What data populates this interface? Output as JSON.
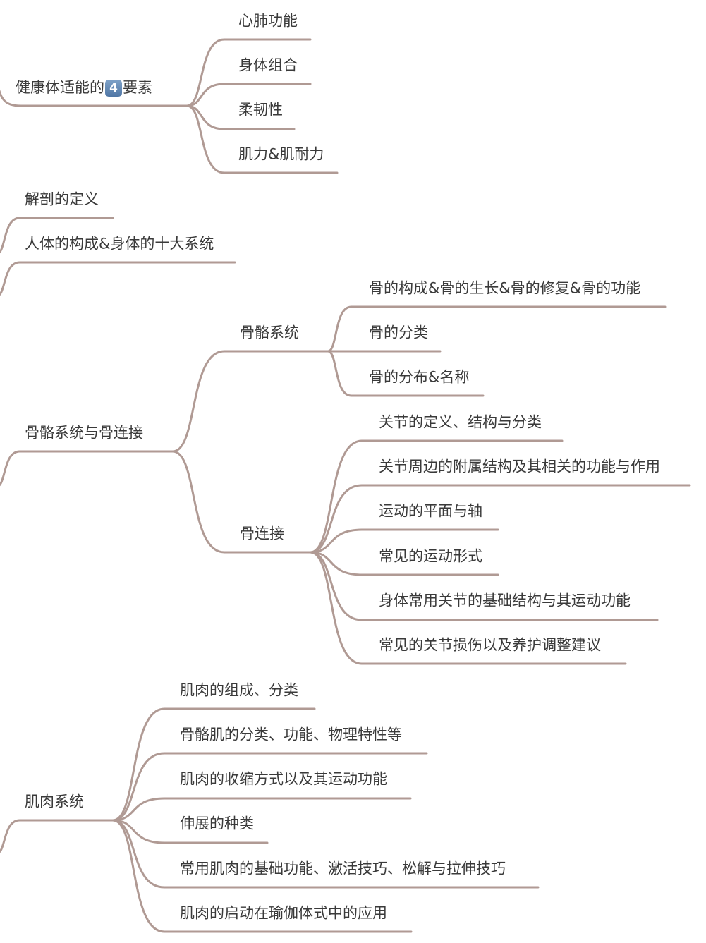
{
  "colors": {
    "line": "#b09a94",
    "text": "#3a3a3a",
    "badge": "#5b80ad"
  },
  "fitness": {
    "title_pre": "健康体适能的",
    "title_badge": "4",
    "title_post": "要素",
    "children": [
      "心肺功能",
      "身体组合",
      "柔韧性",
      "肌力&肌耐力"
    ]
  },
  "anatomy_def": "解剖的定义",
  "body_systems": "人体的构成&身体的十大系统",
  "skeleton": {
    "title": "骨骼系统与骨连接",
    "bones": {
      "title": "骨骼系统",
      "children": [
        "骨的构成&骨的生长&骨的修复&骨的功能",
        "骨的分类",
        "骨的分布&名称"
      ]
    },
    "joints": {
      "title": "骨连接",
      "children": [
        "关节的定义、结构与分类",
        "关节周边的附属结构及其相关的功能与作用",
        "运动的平面与轴",
        "常见的运动形式",
        "身体常用关节的基础结构与其运动功能",
        "常见的关节损伤以及养护调整建议"
      ]
    }
  },
  "muscle": {
    "title": "肌肉系统",
    "children": [
      "肌肉的组成、分类",
      "骨骼肌的分类、功能、物理特性等",
      "肌肉的收缩方式以及其运动功能",
      "伸展的种类",
      "常用肌肉的基础功能、激活技巧、松解与拉伸技巧",
      "肌肉的启动在瑜伽体式中的应用"
    ]
  }
}
